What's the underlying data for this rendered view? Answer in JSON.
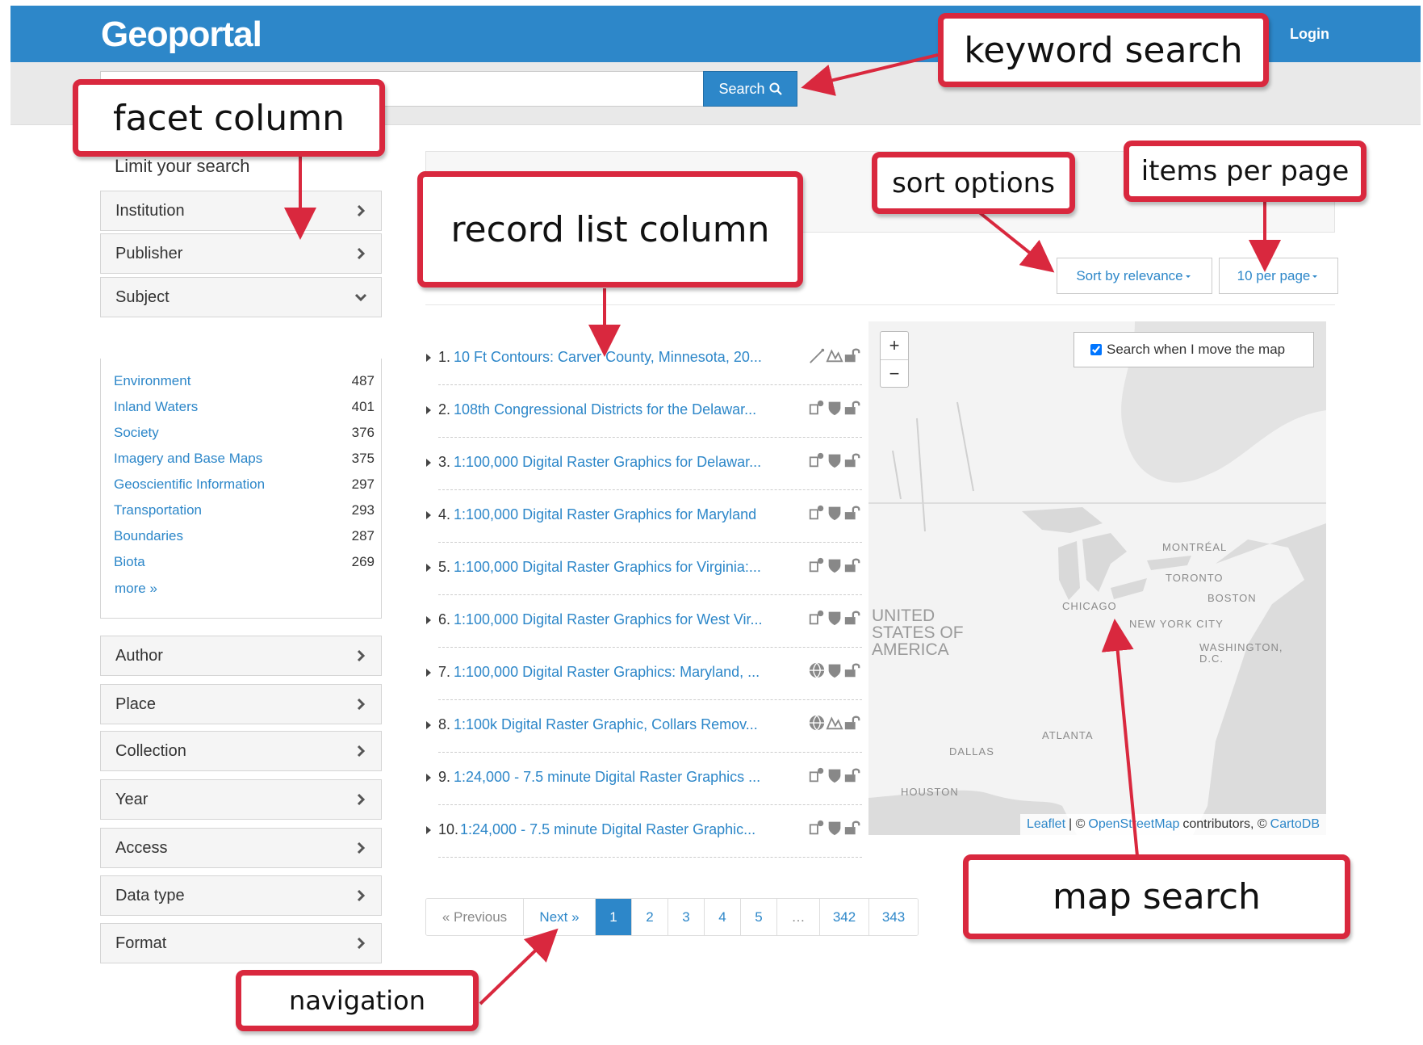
{
  "header": {
    "logo": "Geoportal",
    "login": "Login"
  },
  "search": {
    "value": "",
    "placeholder": "",
    "button_label": "Search"
  },
  "facets": {
    "title": "Limit your search",
    "items": [
      "Institution",
      "Publisher",
      "Subject",
      "Author",
      "Place",
      "Collection",
      "Year",
      "Access",
      "Data type",
      "Format"
    ],
    "subject": {
      "values": [
        {
          "label": "Environment",
          "count": "487"
        },
        {
          "label": "Inland Waters",
          "count": "401"
        },
        {
          "label": "Society",
          "count": "376"
        },
        {
          "label": "Imagery and Base Maps",
          "count": "375"
        },
        {
          "label": "Geoscientific Information",
          "count": "297"
        },
        {
          "label": "Transportation",
          "count": "293"
        },
        {
          "label": "Boundaries",
          "count": "287"
        },
        {
          "label": "Biota",
          "count": "269"
        }
      ],
      "more": "more »"
    }
  },
  "sort": {
    "label": "Sort by relevance"
  },
  "per_page": {
    "label": "10 per page"
  },
  "records": [
    {
      "num": "1.",
      "title": "10 Ft Contours: Carver County, Minnesota, 20...",
      "icons": [
        "line-icon",
        "raster-icon",
        "unlock-icon"
      ]
    },
    {
      "num": "2.",
      "title": "108th Congressional Districts for the Delawar...",
      "icons": [
        "polygon-icon",
        "shield-icon",
        "unlock-icon"
      ]
    },
    {
      "num": "3.",
      "title": "1:100,000 Digital Raster Graphics for Delawar...",
      "icons": [
        "polygon-icon",
        "shield-icon",
        "unlock-icon"
      ]
    },
    {
      "num": "4.",
      "title": "1:100,000 Digital Raster Graphics for Maryland",
      "icons": [
        "polygon-icon",
        "shield-icon",
        "unlock-icon"
      ]
    },
    {
      "num": "5.",
      "title": "1:100,000 Digital Raster Graphics for Virginia:...",
      "icons": [
        "polygon-icon",
        "shield-icon",
        "unlock-icon"
      ]
    },
    {
      "num": "6.",
      "title": "1:100,000 Digital Raster Graphics for West Vir...",
      "icons": [
        "polygon-icon",
        "shield-icon",
        "unlock-icon"
      ]
    },
    {
      "num": "7.",
      "title": "1:100,000 Digital Raster Graphics: Maryland, ...",
      "icons": [
        "globe-icon",
        "shield-icon",
        "unlock-icon"
      ]
    },
    {
      "num": "8.",
      "title": "1:100k Digital Raster Graphic, Collars Remov...",
      "icons": [
        "globe-icon",
        "raster-icon",
        "unlock-icon"
      ]
    },
    {
      "num": "9.",
      "title": "1:24,000 - 7.5 minute Digital Raster Graphics ...",
      "icons": [
        "polygon-icon",
        "shield-icon",
        "unlock-icon"
      ]
    },
    {
      "num": "10.",
      "title": "1:24,000 - 7.5 minute Digital Raster Graphic...",
      "icons": [
        "polygon-icon",
        "shield-icon",
        "unlock-icon"
      ]
    }
  ],
  "map": {
    "zoom_in": "+",
    "zoom_out": "−",
    "search_toggle_label": "Search when I move the map",
    "search_toggle_checked": true,
    "labels": {
      "country": "UNITED STATES OF AMERICA",
      "montreal": "MONTRÉAL",
      "toronto": "TORONTO",
      "boston": "BOSTON",
      "chicago": "CHICAGO",
      "new_york": "NEW YORK CITY",
      "washington": "WASHINGTON, D.C.",
      "atlanta": "ATLANTA",
      "dallas": "DALLAS",
      "houston": "HOUSTON"
    },
    "attribution": {
      "leaflet": "Leaflet",
      "osm_prefix": "| ©",
      "osm": "OpenStreetMap",
      "contrib": "contributors, ©",
      "carto": "CartoDB"
    }
  },
  "pagination": {
    "previous": "« Previous",
    "next": "Next »",
    "pages": [
      "1",
      "2",
      "3",
      "4",
      "5",
      "…",
      "342",
      "343"
    ],
    "active": "1"
  },
  "callouts": {
    "keyword": "keyword search",
    "facet": "facet column",
    "record": "record list column",
    "sort": "sort options",
    "perpage": "items per page",
    "map": "map search",
    "nav": "navigation"
  },
  "colors": {
    "brand": "#2d87c9",
    "callout": "#d9283e",
    "link": "#2d87c9"
  }
}
